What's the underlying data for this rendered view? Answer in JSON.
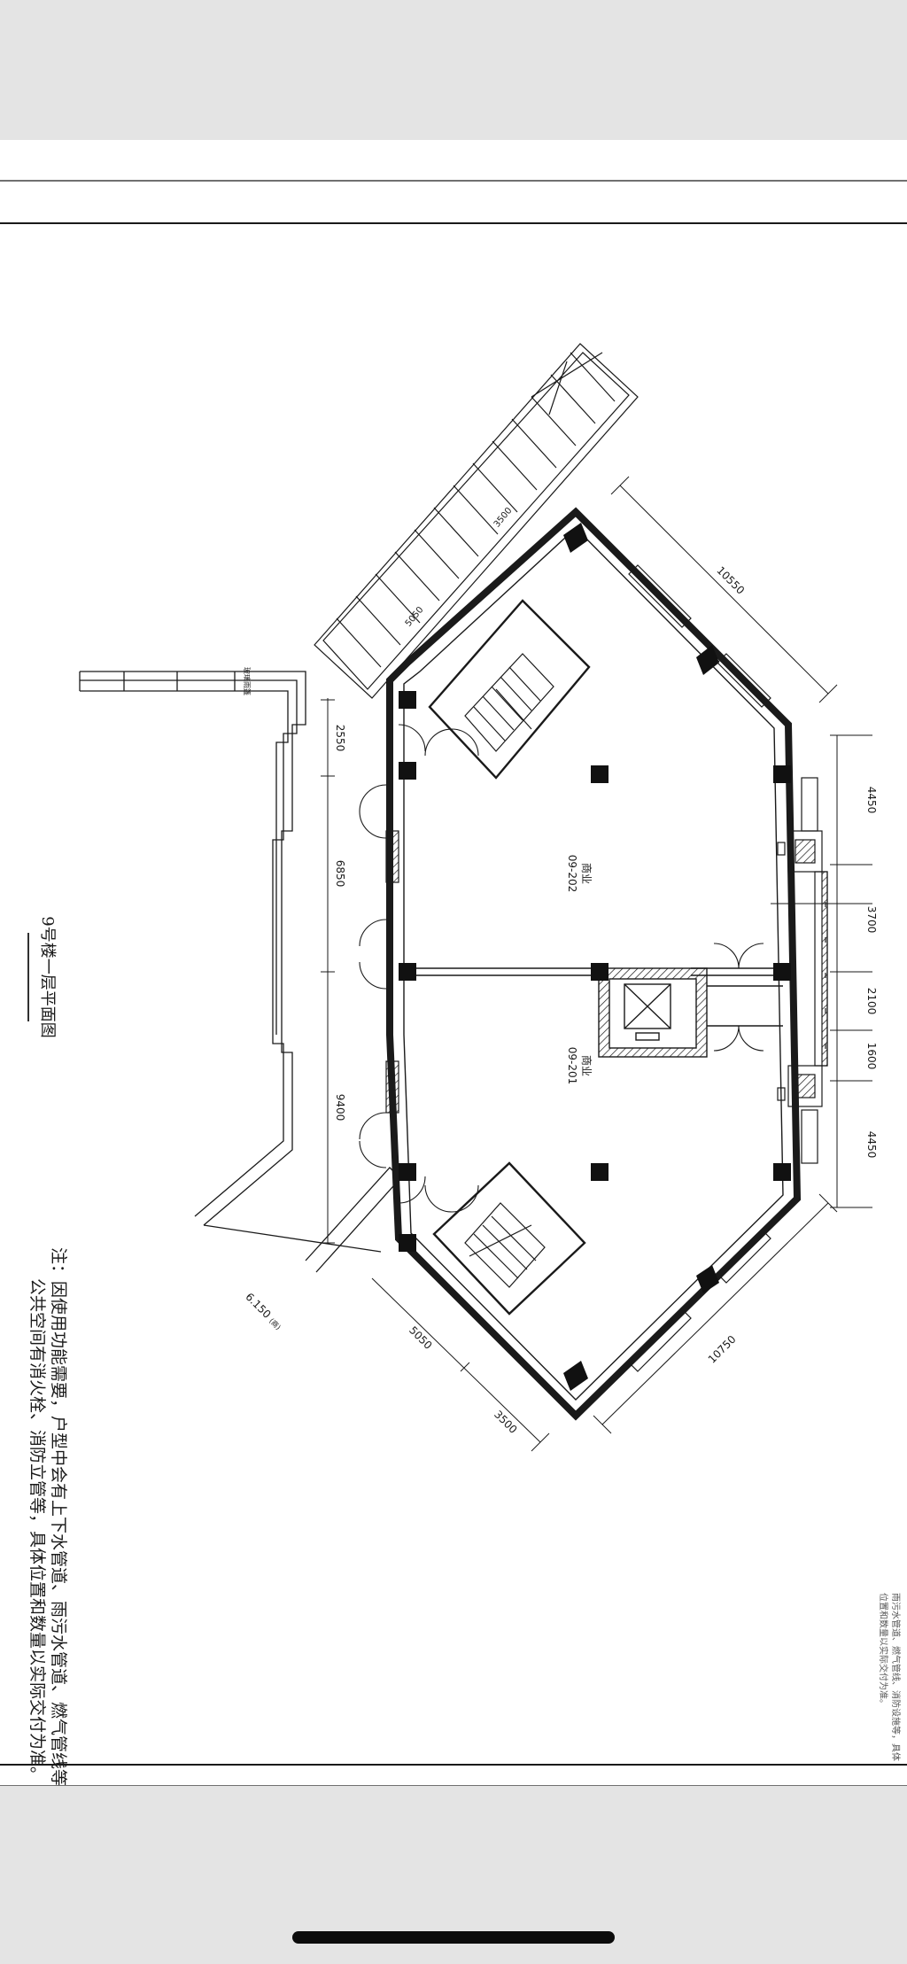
{
  "drawing": {
    "title": "9号楼一层平面图",
    "rooms": [
      {
        "name": "商业",
        "code": "09-202"
      },
      {
        "name": "商业",
        "code": "09-201"
      }
    ],
    "dims_left": [
      "2550",
      "6850",
      "9400"
    ],
    "dims_right": [
      "4450",
      "3700",
      "2100",
      "1600",
      "4450"
    ],
    "dims_diag": [
      "10550",
      "10750",
      "5050",
      "3500"
    ],
    "elevation": "6.150",
    "elevation_mark": "(商)",
    "stair_labels": [
      "5050",
      "3500"
    ],
    "corridor_label": "玻璃雨篷",
    "note_line1": "注：因使用功能需要，户型中会有上下水管道、雨污水管道、燃气管线等，",
    "note_line2": "公共空间有消火栓、消防立管等，具体位置和数量以实际交付为准。",
    "side_note_line1": "雨污水管道、燃气管线、消防设施等，具体",
    "side_note_line2": "位置和数量以实际交付为准。"
  },
  "colors": {
    "ink": "#1a1a1a",
    "paper": "#ffffff",
    "background": "#e4e4e4"
  }
}
